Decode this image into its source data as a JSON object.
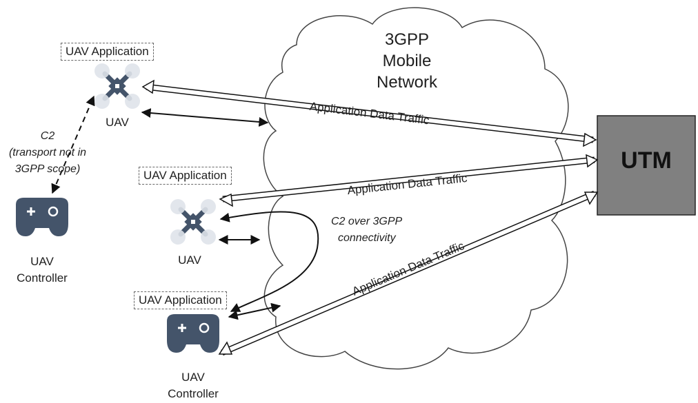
{
  "network": {
    "label_line1": "3GPP",
    "label_line2": "Mobile",
    "label_line3": "Network"
  },
  "utm": {
    "label": "UTM"
  },
  "uav_top": {
    "app_label": "UAV Application",
    "device_label": "UAV"
  },
  "uav_mid": {
    "app_label": "UAV Application",
    "device_label": "UAV"
  },
  "controller_left": {
    "label_line1": "UAV",
    "label_line2": "Controller"
  },
  "controller_bottom": {
    "app_label": "UAV Application",
    "label_line1": "UAV",
    "label_line2": "Controller"
  },
  "c2_direct": {
    "line1": "C2",
    "line2": "(transport not in",
    "line3": "3GPP scope)"
  },
  "c2_3gpp": {
    "line1": "C2 over 3GPP",
    "line2": "connectivity"
  },
  "traffic": {
    "top": "Application Data Traffic",
    "middle": "Application Data Traffic",
    "bottom": "Application Data Traffic"
  },
  "colors": {
    "icon": "#44546a",
    "propeller": "#dfe3ea",
    "utm_fill": "#808080",
    "line": "#111111"
  }
}
